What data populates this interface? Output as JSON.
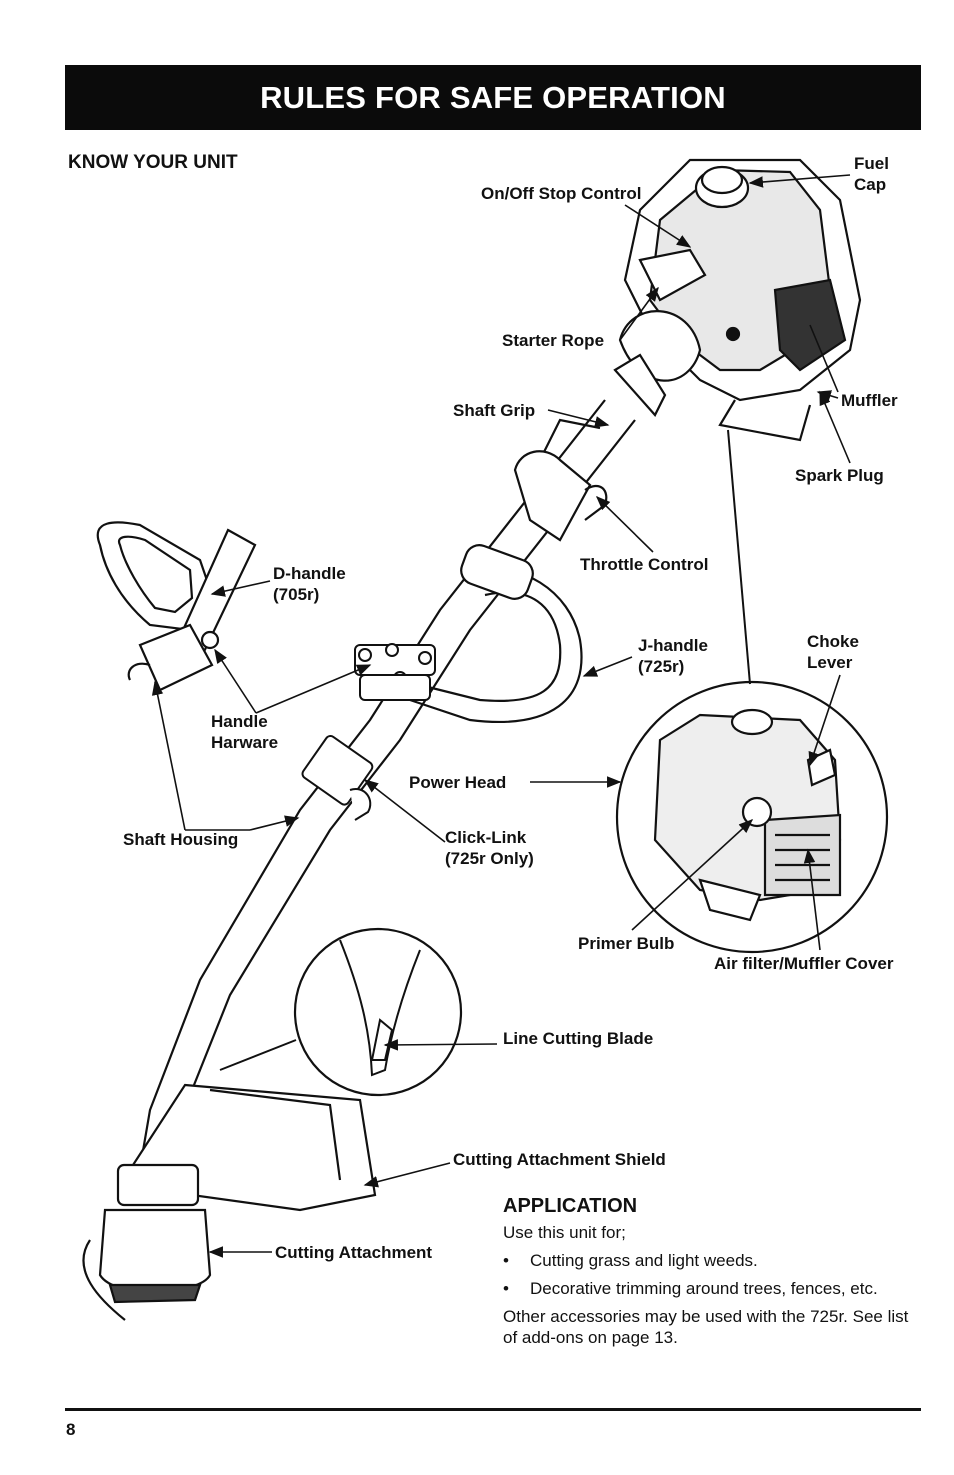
{
  "header": {
    "title": "RULES FOR SAFE OPERATION"
  },
  "section": {
    "title": "KNOW YOUR UNIT"
  },
  "labels": {
    "fuel_cap": [
      "Fuel",
      "Cap"
    ],
    "on_off": "On/Off Stop Control",
    "starter_rope": "Starter Rope",
    "shaft_grip": "Shaft Grip",
    "muffler": "Muffler",
    "spark_plug": "Spark Plug",
    "throttle": "Throttle Control",
    "d_handle": [
      "D-handle",
      "(705r)"
    ],
    "j_handle": [
      "J-handle",
      "(725r)"
    ],
    "choke": [
      "Choke",
      "Lever"
    ],
    "handle_hardware": [
      "Handle",
      "Harware"
    ],
    "power_head": "Power Head",
    "shaft_housing": "Shaft Housing",
    "click_link": [
      "Click-Link",
      "(725r Only)"
    ],
    "primer_bulb": "Primer Bulb",
    "air_filter": "Air filter/Muffler Cover",
    "line_blade": "Line Cutting Blade",
    "shield": "Cutting Attachment Shield",
    "cutting_attachment": "Cutting Attachment"
  },
  "application": {
    "title": "APPLICATION",
    "intro": "Use this unit for;",
    "items": [
      "Cutting grass and light weeds.",
      "Decorative trimming around trees, fences, etc."
    ],
    "note": "Other accessories may be used with the 725r. See list of add-ons on page 13."
  },
  "footer": {
    "page": "8"
  }
}
